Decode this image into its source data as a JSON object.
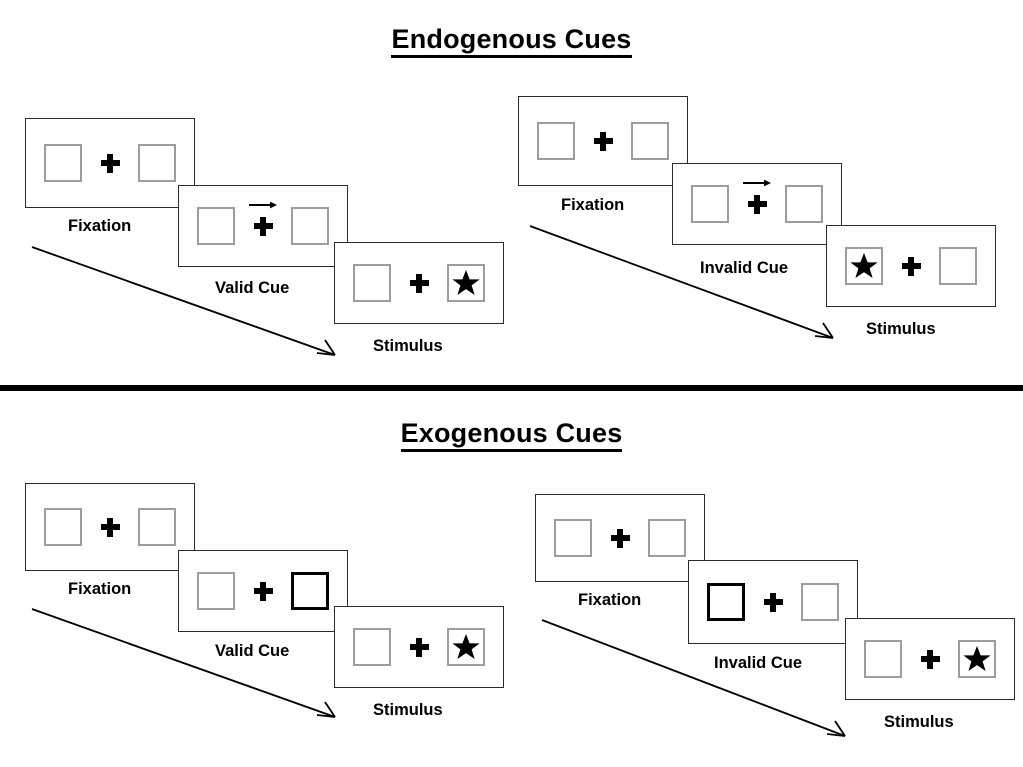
{
  "document": {
    "background": "#ffffff",
    "accent": "#000000",
    "box_border_color": "#9d9d9d",
    "cue_border_color": "#000000",
    "panel_border_color": "#2b2b2b"
  },
  "sections": [
    {
      "id": "endogenous",
      "title": "Endogenous Cues",
      "columns": [
        {
          "id": "endogenous-valid",
          "panels": [
            {
              "caption": "Fixation",
              "left_box": "empty",
              "right_box": "empty",
              "cue": "none",
              "stimulus": "none"
            },
            {
              "caption": "Valid Cue",
              "left_box": "empty",
              "right_box": "empty",
              "cue": "arrow-right",
              "stimulus": "none"
            },
            {
              "caption": "Stimulus",
              "left_box": "empty",
              "right_box": "star",
              "cue": "none",
              "stimulus": "right"
            }
          ]
        },
        {
          "id": "endogenous-invalid",
          "panels": [
            {
              "caption": "Fixation",
              "left_box": "empty",
              "right_box": "empty",
              "cue": "none",
              "stimulus": "none"
            },
            {
              "caption": "Invalid Cue",
              "left_box": "empty",
              "right_box": "empty",
              "cue": "arrow-right",
              "stimulus": "none"
            },
            {
              "caption": "Stimulus",
              "left_box": "star",
              "right_box": "empty",
              "cue": "none",
              "stimulus": "left"
            }
          ]
        }
      ]
    },
    {
      "id": "exogenous",
      "title": "Exogenous Cues",
      "columns": [
        {
          "id": "exogenous-valid",
          "panels": [
            {
              "caption": "Fixation",
              "left_box": "empty",
              "right_box": "empty",
              "cue": "none",
              "stimulus": "none"
            },
            {
              "caption": "Valid Cue",
              "left_box": "empty",
              "right_box": "cued",
              "cue": "peripheral-right",
              "stimulus": "none"
            },
            {
              "caption": "Stimulus",
              "left_box": "empty",
              "right_box": "star",
              "cue": "none",
              "stimulus": "right"
            }
          ]
        },
        {
          "id": "exogenous-invalid",
          "panels": [
            {
              "caption": "Fixation",
              "left_box": "empty",
              "right_box": "empty",
              "cue": "none",
              "stimulus": "none"
            },
            {
              "caption": "Invalid Cue",
              "left_box": "cued",
              "right_box": "empty",
              "cue": "peripheral-left",
              "stimulus": "none"
            },
            {
              "caption": "Stimulus",
              "left_box": "empty",
              "right_box": "star",
              "cue": "none",
              "stimulus": "right"
            }
          ]
        }
      ]
    }
  ],
  "icons": {
    "fixation_cross": "plus-icon",
    "cue_arrow": "arrow-right-icon",
    "target": "star-icon",
    "flow": "flow-arrow-icon"
  }
}
